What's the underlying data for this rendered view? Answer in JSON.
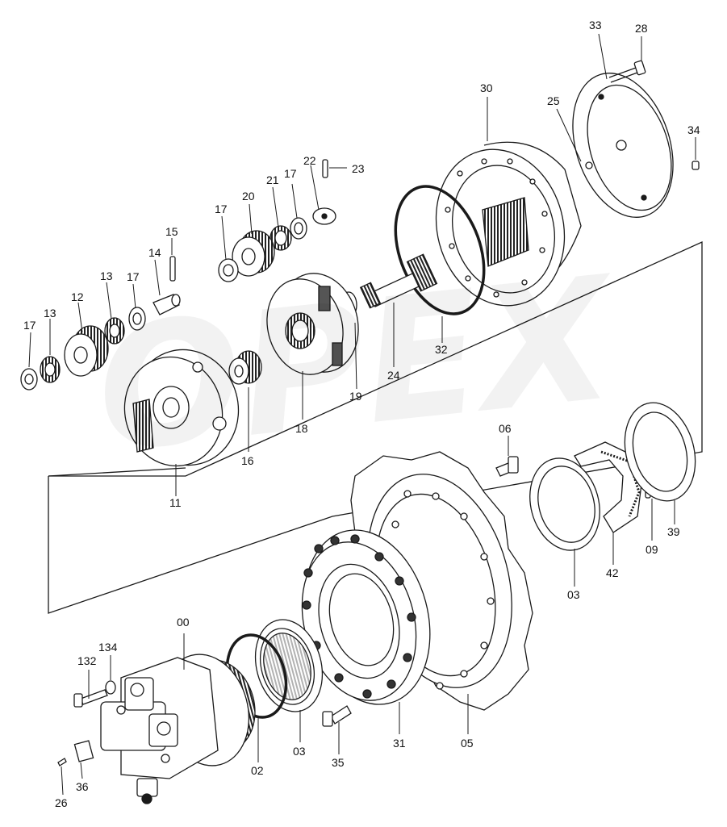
{
  "watermark": "OPEX",
  "labels": [
    "00",
    "02",
    "03",
    "03",
    "05",
    "06",
    "09",
    "11",
    "12",
    "13",
    "13",
    "14",
    "15",
    "16",
    "17",
    "17",
    "17",
    "17",
    "18",
    "19",
    "20",
    "21",
    "22",
    "23",
    "24",
    "25",
    "26",
    "28",
    "30",
    "31",
    "32",
    "33",
    "34",
    "35",
    "36",
    "39",
    "42",
    "132",
    "134"
  ],
  "colors": {
    "line": "#1a1a1a",
    "fill": "#ffffff",
    "shade": "#9a9a9a",
    "dark": "#3a3a3a"
  }
}
